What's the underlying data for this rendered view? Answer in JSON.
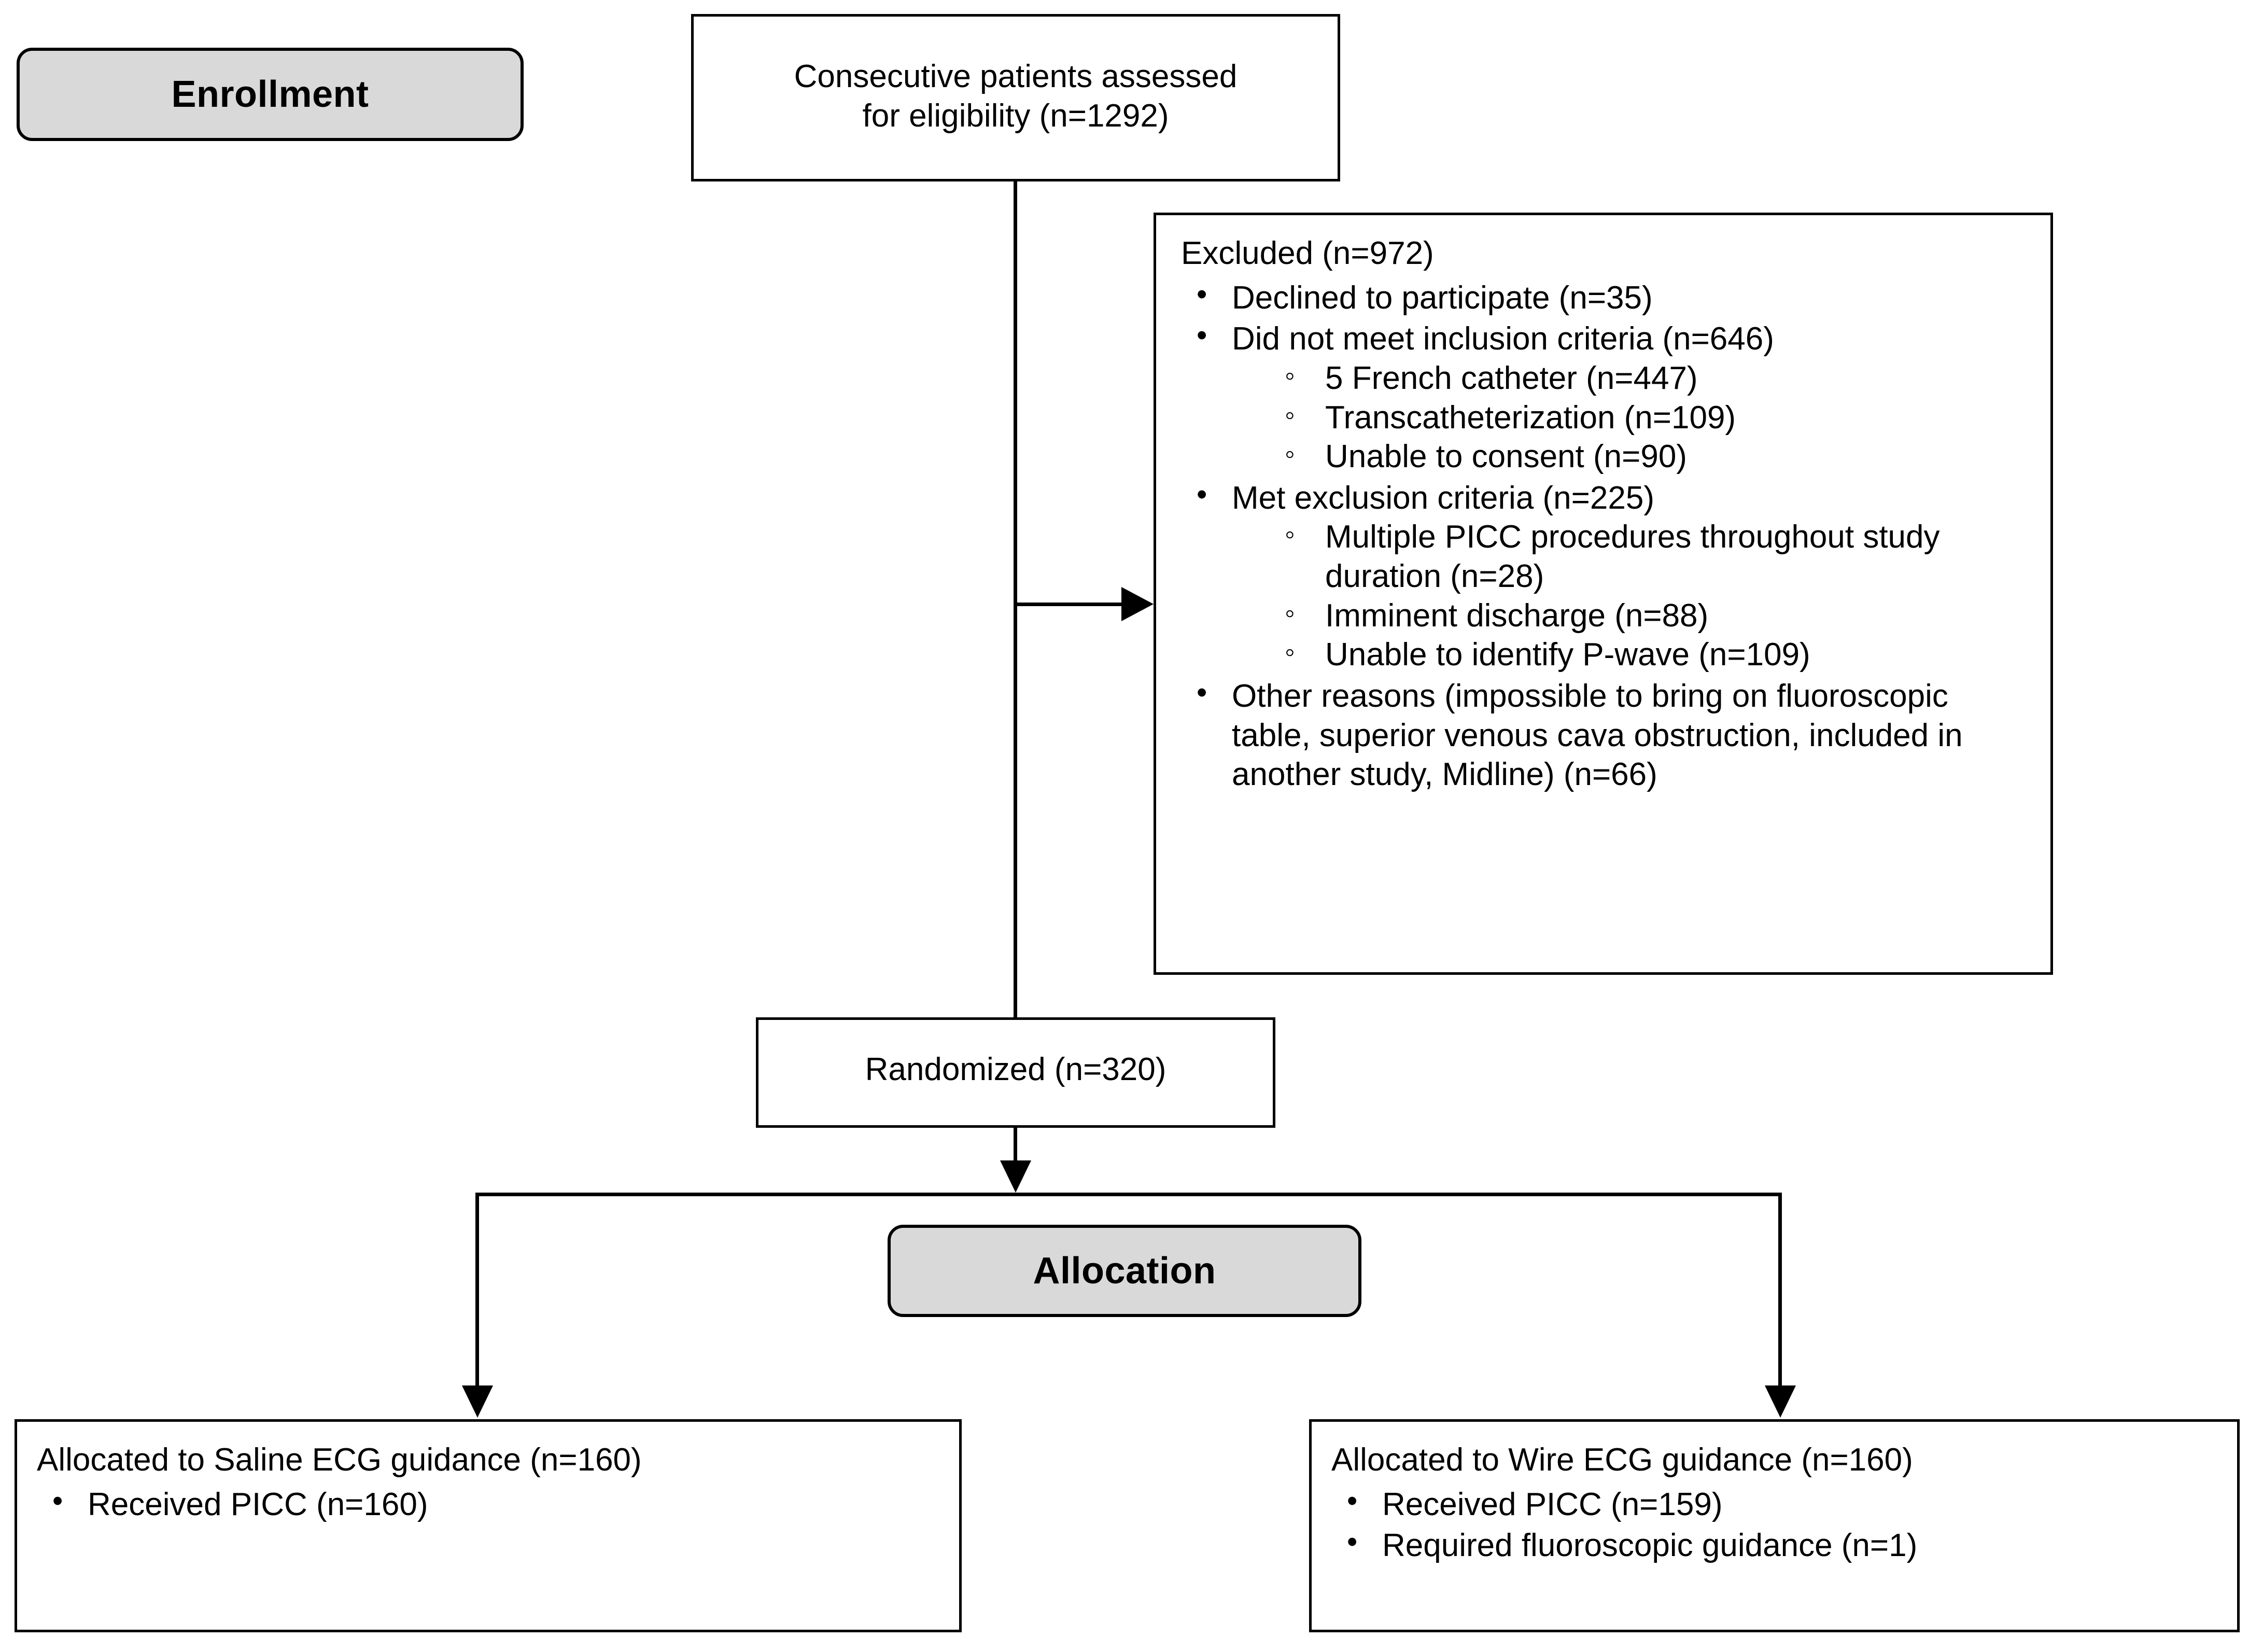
{
  "diagram": {
    "type": "consort-flow-diagram",
    "stages": {
      "enrollment": "Enrollment",
      "allocation": "Allocation"
    },
    "assessed": {
      "line1": "Consecutive patients assessed",
      "line2": "for eligibility (n=1292)"
    },
    "excluded": {
      "heading": "Excluded (n=972)",
      "items": [
        {
          "label": "Declined to participate (n=35)",
          "sub": []
        },
        {
          "label": "Did not meet inclusion criteria (n=646)",
          "sub": [
            "5 French catheter (n=447)",
            "Transcatheterization (n=109)",
            "Unable to consent (n=90)"
          ]
        },
        {
          "label": "Met exclusion criteria (n=225)",
          "sub": [
            "Multiple PICC procedures throughout study duration (n=28)",
            "Imminent discharge (n=88)",
            "Unable to identify P-wave (n=109)"
          ]
        },
        {
          "label": "Other reasons (impossible to bring on fluoroscopic table, superior venous cava obstruction, included in another study, Midline) (n=66)",
          "sub": []
        }
      ]
    },
    "randomized": "Randomized (n=320)",
    "arms": [
      {
        "heading": "Allocated to Saline ECG guidance (n=160)",
        "items": [
          "Received PICC (n=160)"
        ]
      },
      {
        "heading": "Allocated to Wire ECG guidance (n=160)",
        "items": [
          "Received PICC (n=159)",
          "Required fluoroscopic guidance (n=1)"
        ]
      }
    ],
    "colors": {
      "stage_fill": "#d9d9d9",
      "border": "#000000",
      "background": "#ffffff"
    }
  }
}
